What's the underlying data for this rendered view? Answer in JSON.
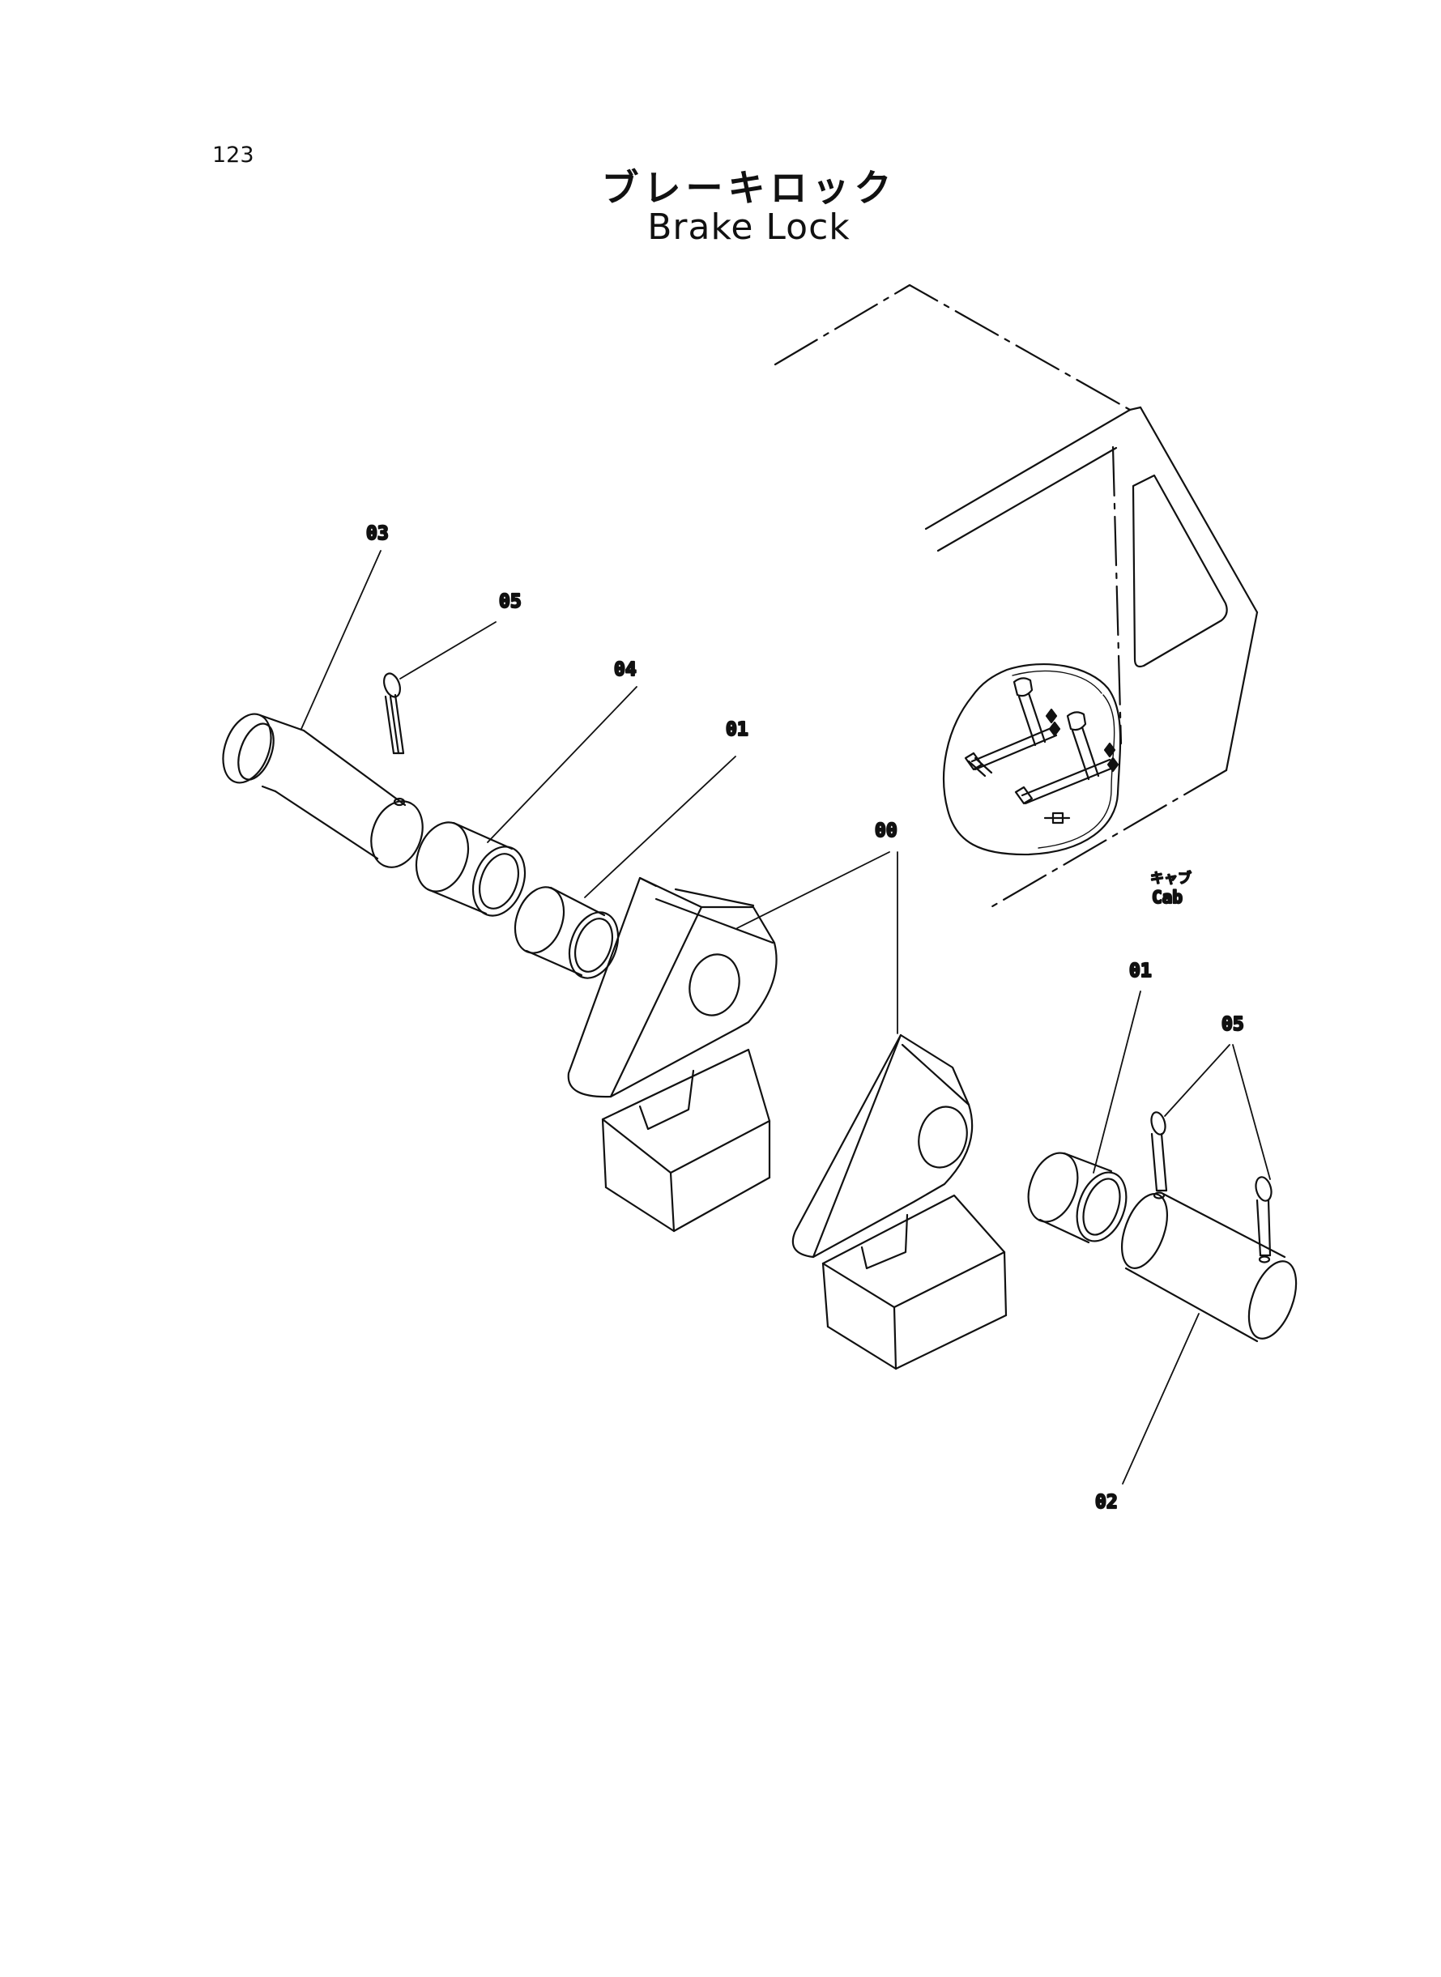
{
  "page": {
    "number": "123"
  },
  "title": {
    "japanese": "ブレーキロック",
    "english": "Brake Lock"
  },
  "callouts": {
    "p00": "00",
    "p01_upper": "01",
    "p01_lower": "01",
    "p02": "02",
    "p03": "03",
    "p04": "04",
    "p05_upper": "05",
    "p05_lower": "05"
  },
  "labels": {
    "cab_jp": "キャブ",
    "cab_en": "Cab"
  },
  "colors": {
    "line": "#111111",
    "paper": "#ffffff"
  }
}
